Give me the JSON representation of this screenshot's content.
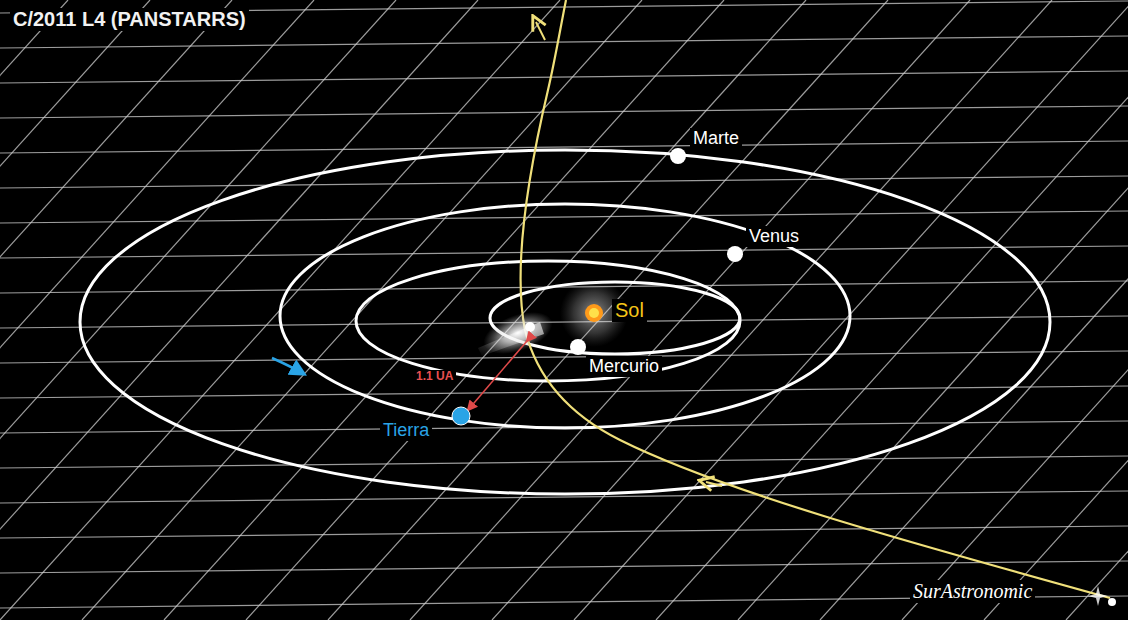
{
  "diagram": {
    "title": "C/2011 L4 (PANSTARRS)",
    "labels": [
      "Marte",
      "Venus",
      "Sol",
      "Mercurio",
      "1.1 UA",
      "Tierra",
      "SurAstronomic"
    ]
  }
}
